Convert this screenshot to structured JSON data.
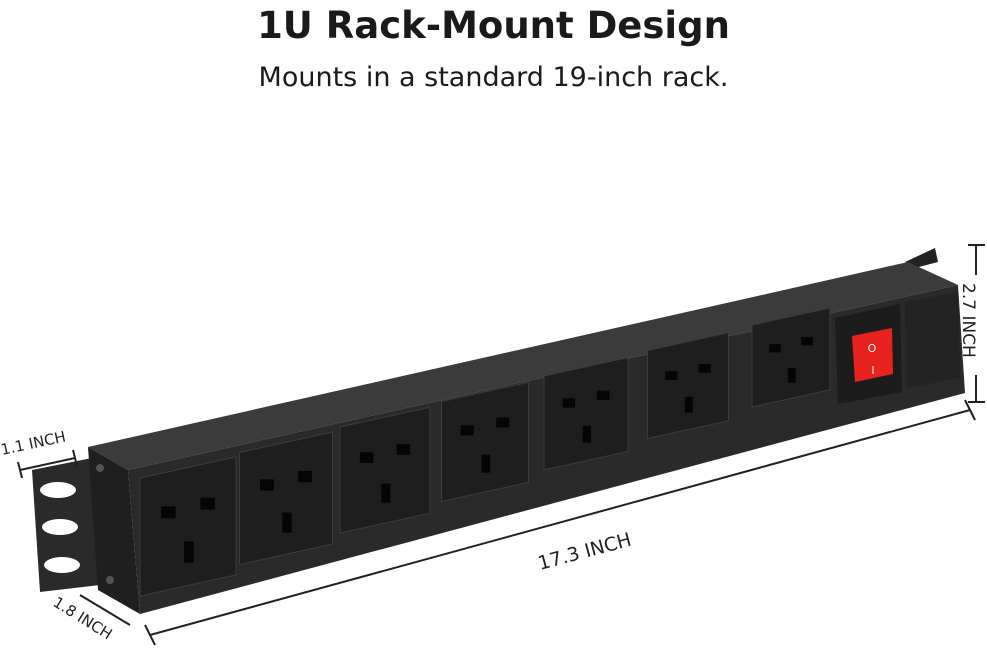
{
  "header": {
    "title": "1U Rack-Mount Design",
    "subtitle": "Mounts in a standard 19-inch rack."
  },
  "product": {
    "outlet_count": 7,
    "switch_labels": {
      "off": "O",
      "on": "I"
    },
    "colors": {
      "body": "#2b2b2b",
      "top": "#3a3a3a",
      "switch": "#e8231f"
    }
  },
  "dimensions": {
    "height": "2.7 INCH",
    "length": "17.3 INCH",
    "depth": "1.8 INCH",
    "bracket": "1.1 INCH"
  }
}
